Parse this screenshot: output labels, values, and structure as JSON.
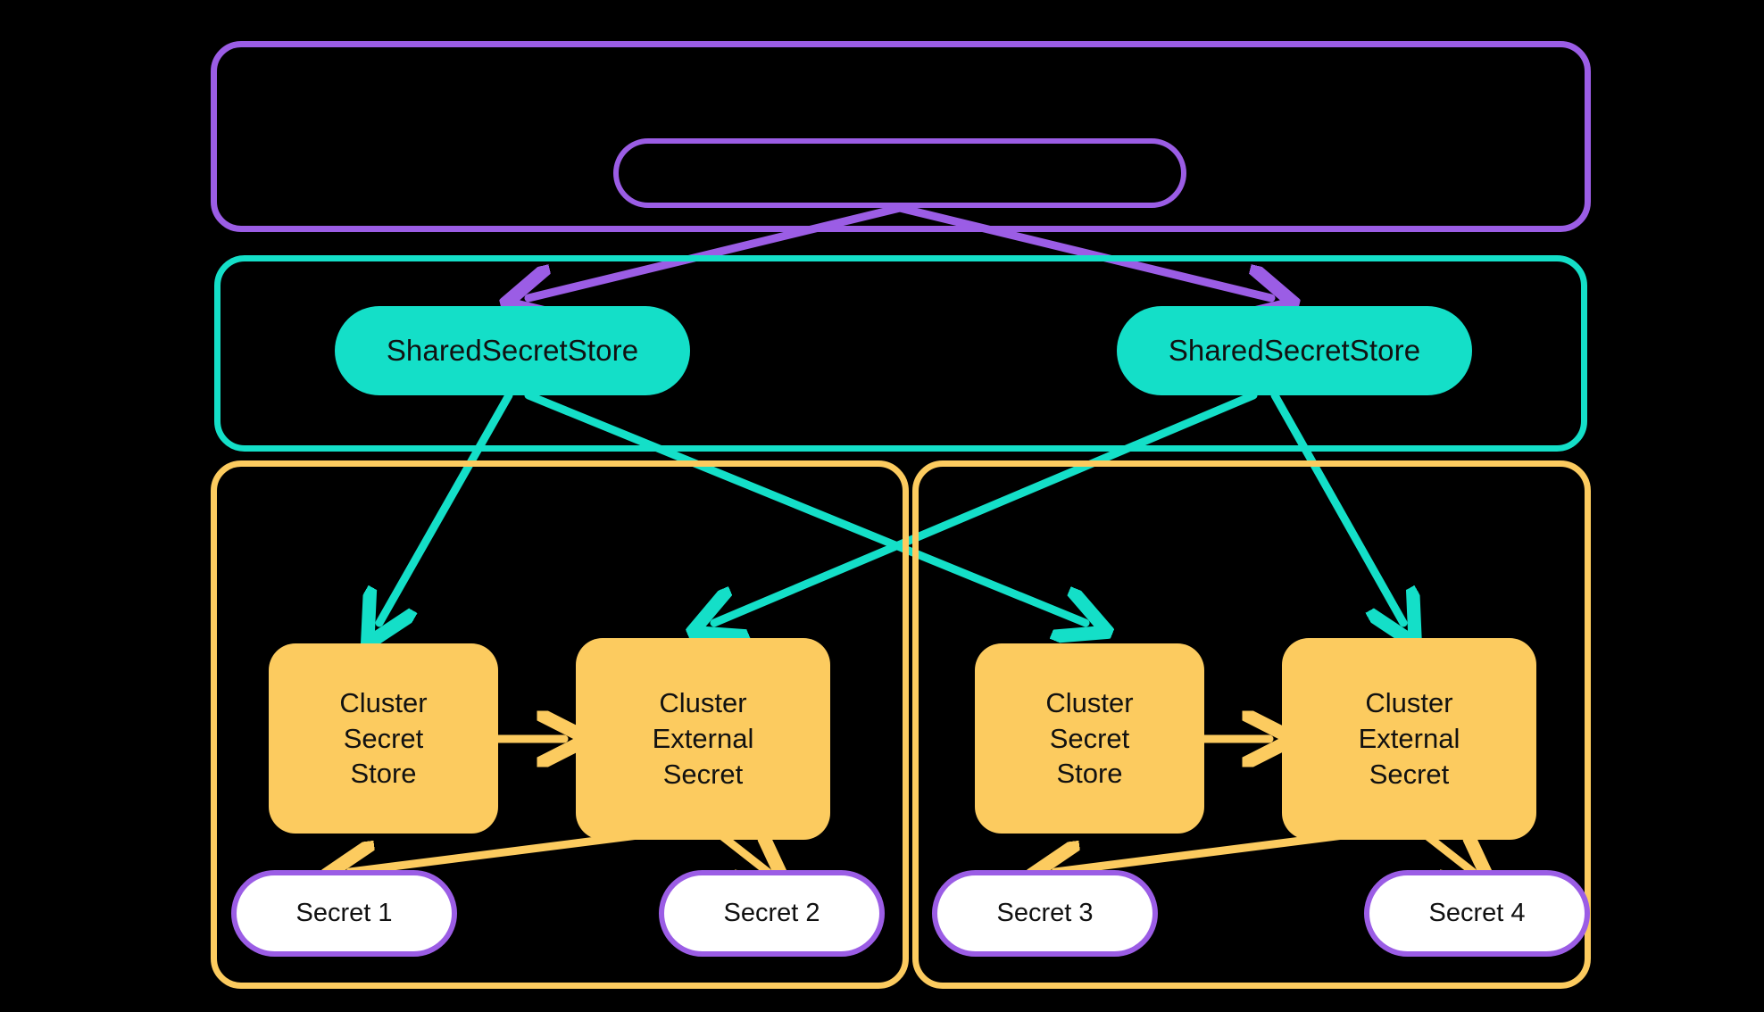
{
  "diagram": {
    "title": "External Secrets Operator shared secret store architecture",
    "background": "#000000",
    "colors": {
      "purple": "#9B5DE5",
      "teal": "#14DFC8",
      "orange": "#FCCB5F",
      "white": "#FFFFFF",
      "text": "#111111"
    }
  },
  "operator_scope": {
    "container_label": "",
    "operator_node_label": ""
  },
  "shared_scope": {
    "container_label": "",
    "stores": [
      {
        "label": "SharedSecretStore"
      },
      {
        "label": "SharedSecretStore"
      }
    ]
  },
  "clusters": [
    {
      "container_label": "",
      "cluster_secret_store": {
        "label": "Cluster\nSecret\nStore"
      },
      "cluster_external_secret": {
        "label": "Cluster\nExternal\nSecret"
      },
      "secrets": [
        {
          "label": "Secret 1"
        },
        {
          "label": "Secret 2"
        }
      ]
    },
    {
      "container_label": "",
      "cluster_secret_store": {
        "label": "Cluster\nSecret\nStore"
      },
      "cluster_external_secret": {
        "label": "Cluster\nExternal\nSecret"
      },
      "secrets": [
        {
          "label": "Secret 3"
        },
        {
          "label": "Secret 4"
        }
      ]
    }
  ],
  "edges": [
    {
      "from": "operator-node",
      "to": "shared-secret-store-1",
      "color": "#9B5DE5"
    },
    {
      "from": "operator-node",
      "to": "shared-secret-store-2",
      "color": "#9B5DE5"
    },
    {
      "from": "shared-secret-store-1",
      "to": "cluster-1-secret-store",
      "color": "#14DFC8"
    },
    {
      "from": "shared-secret-store-1",
      "to": "cluster-2-secret-store",
      "color": "#14DFC8"
    },
    {
      "from": "shared-secret-store-2",
      "to": "cluster-1-external-secret",
      "color": "#14DFC8"
    },
    {
      "from": "shared-secret-store-2",
      "to": "cluster-2-external-secret",
      "color": "#14DFC8"
    },
    {
      "from": "cluster-1-secret-store",
      "to": "cluster-1-external-secret",
      "color": "#FCCB5F"
    },
    {
      "from": "cluster-2-secret-store",
      "to": "cluster-2-external-secret",
      "color": "#FCCB5F"
    },
    {
      "from": "cluster-1-external-secret",
      "to": "secret-1",
      "color": "#FCCB5F"
    },
    {
      "from": "cluster-1-external-secret",
      "to": "secret-2",
      "color": "#FCCB5F"
    },
    {
      "from": "cluster-2-external-secret",
      "to": "secret-3",
      "color": "#FCCB5F"
    },
    {
      "from": "cluster-2-external-secret",
      "to": "secret-4",
      "color": "#FCCB5F"
    }
  ]
}
